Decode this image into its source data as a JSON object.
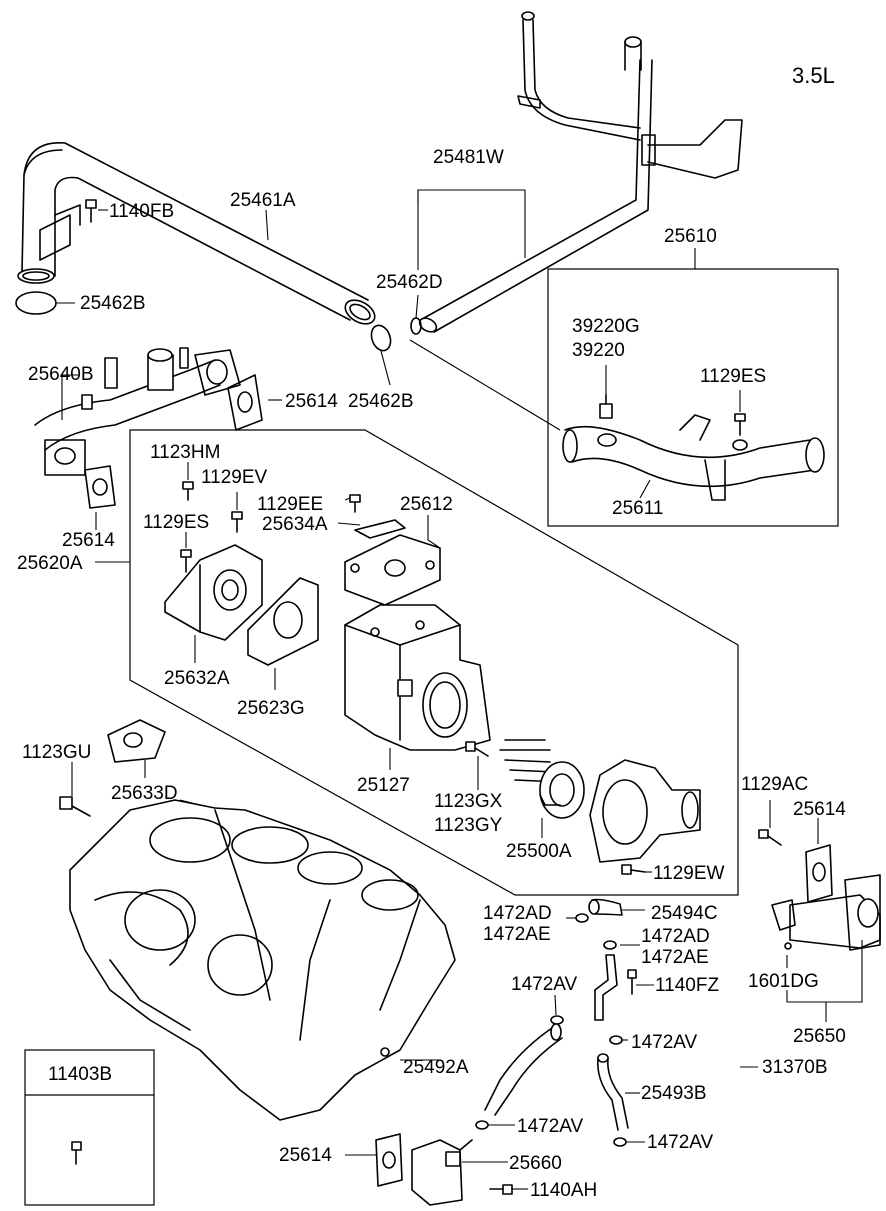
{
  "engine": "3.5L",
  "labels": {
    "p25481W": "25481W",
    "p25461A": "25461A",
    "p1140FB": "1140FB",
    "p25462B_top": "25462B",
    "p25462D": "25462D",
    "p25610": "25610",
    "p39220G": "39220G",
    "p39220": "39220",
    "p1129ES_right": "1129ES",
    "p25640B": "25640B",
    "p25614_a": "25614",
    "p25462B_mid": "25462B",
    "p25611": "25611",
    "p1123HM": "1123HM",
    "p1129EV": "1129EV",
    "p1129EE": "1129EE",
    "p25612": "25612",
    "p25634A": "25634A",
    "p1129ES_left": "1129ES",
    "p25614_b": "25614",
    "p25620A": "25620A",
    "p25632A": "25632A",
    "p25623G": "25623G",
    "p1123GU": "1123GU",
    "p25633D": "25633D",
    "p25127": "25127",
    "p1123GX": "1123GX",
    "p1123GY": "1123GY",
    "p25500A": "25500A",
    "p1129AC": "1129AC",
    "p25614_c": "25614",
    "p1129EW": "1129EW",
    "p1472AD_a": "1472AD",
    "p1472AE_a": "1472AE",
    "p25494C": "25494C",
    "p1472AD_b": "1472AD",
    "p1472AE_b": "1472AE",
    "p1472AV_a": "1472AV",
    "p1140FZ": "1140FZ",
    "p1601DG": "1601DG",
    "p1472AV_b": "1472AV",
    "p25650": "25650",
    "p25492A": "25492A",
    "p31370B": "31370B",
    "p25493B": "25493B",
    "p11403B": "11403B",
    "p1472AV_c": "1472AV",
    "p1472AV_d": "1472AV",
    "p25614_d": "25614",
    "p25660": "25660",
    "p1140AH": "1140AH"
  }
}
